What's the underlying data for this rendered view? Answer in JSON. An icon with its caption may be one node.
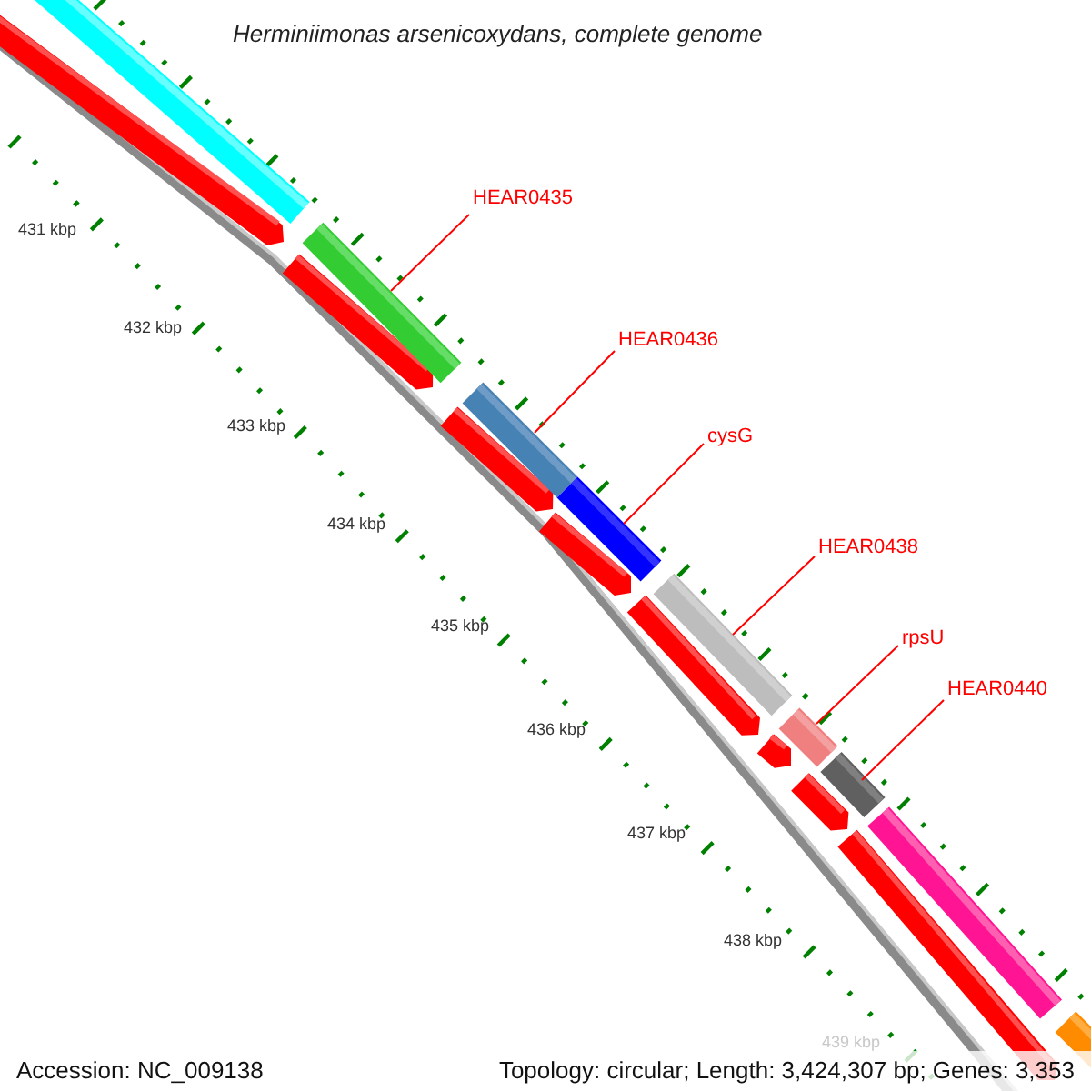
{
  "diagram": {
    "title": "Herminiimonas arsenicoxydans, complete genome",
    "nodes": [
      {
        "text": [
          "HEAR0435"
        ]
      },
      {
        "text": [],
        "shape": "bar"
      },
      {
        "text": [
          "HEAR0436"
        ]
      },
      {
        "text": [],
        "shape": "bar"
      },
      {
        "text": [
          "cysG"
        ]
      },
      {
        "text": [],
        "shape": "bar"
      },
      {
        "text": [
          "HEAR0438"
        ]
      },
      {
        "text": [],
        "shape": "bar"
      },
      {
        "text": [
          "rpsU"
        ]
      },
      {
        "text": [],
        "shape": "bar"
      },
      {
        "text": [
          "HEAR0440"
        ]
      },
      {
        "text": [],
        "shape": "bar"
      }
    ],
    "edges": [
      {
        "from": 0,
        "to": 1,
        "arrow": "none"
      },
      {
        "from": 2,
        "to": 3,
        "arrow": "none"
      },
      {
        "from": 4,
        "to": 5,
        "arrow": "none"
      },
      {
        "from": 6,
        "to": 7,
        "arrow": "none"
      },
      {
        "from": 8,
        "to": 9,
        "arrow": "none"
      },
      {
        "from": 10,
        "to": 11,
        "arrow": "none"
      }
    ],
    "labels": [
      "431 kbp",
      "432 kbp",
      "433 kbp",
      "434 kbp",
      "435 kbp",
      "436 kbp",
      "437 kbp",
      "438 kbp",
      "439 kbp",
      "Accession: NC_009138",
      "Topology: circular; Length: 3,424,307 bp; Genes: 3,353"
    ]
  }
}
